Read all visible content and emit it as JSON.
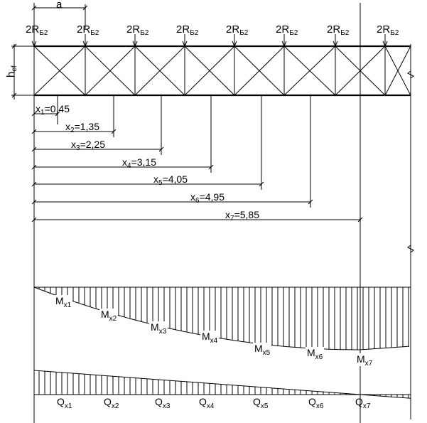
{
  "diagram": {
    "spacing_label": "a",
    "height_label": {
      "main": "h",
      "sub": "ef"
    },
    "load_label": {
      "main": "2R",
      "sub": "Б2"
    },
    "load_count": 8,
    "dimensions": [
      {
        "main": "x",
        "sub": "1",
        "value": "=0,45"
      },
      {
        "main": "x",
        "sub": "2",
        "value": "=1,35"
      },
      {
        "main": "x",
        "sub": "3",
        "value": "=2,25"
      },
      {
        "main": "x",
        "sub": "4",
        "value": "=3,15"
      },
      {
        "main": "x",
        "sub": "5",
        "value": "=4,05"
      },
      {
        "main": "x",
        "sub": "6",
        "value": "=4,95"
      },
      {
        "main": "x",
        "sub": "7",
        "value": "=5,85"
      }
    ],
    "moment_labels": [
      {
        "main": "M",
        "sub": "x1"
      },
      {
        "main": "M",
        "sub": "x2"
      },
      {
        "main": "M",
        "sub": "x3"
      },
      {
        "main": "M",
        "sub": "x4"
      },
      {
        "main": "M",
        "sub": "x5"
      },
      {
        "main": "M",
        "sub": "x6"
      },
      {
        "main": "M",
        "sub": "x7"
      }
    ],
    "shear_labels": [
      {
        "main": "Q",
        "sub": "x1"
      },
      {
        "main": "Q",
        "sub": "x2"
      },
      {
        "main": "Q",
        "sub": "x3"
      },
      {
        "main": "Q",
        "sub": "x4"
      },
      {
        "main": "Q",
        "sub": "x5"
      },
      {
        "main": "Q",
        "sub": "x6"
      },
      {
        "main": "Q",
        "sub": "x7"
      }
    ]
  }
}
